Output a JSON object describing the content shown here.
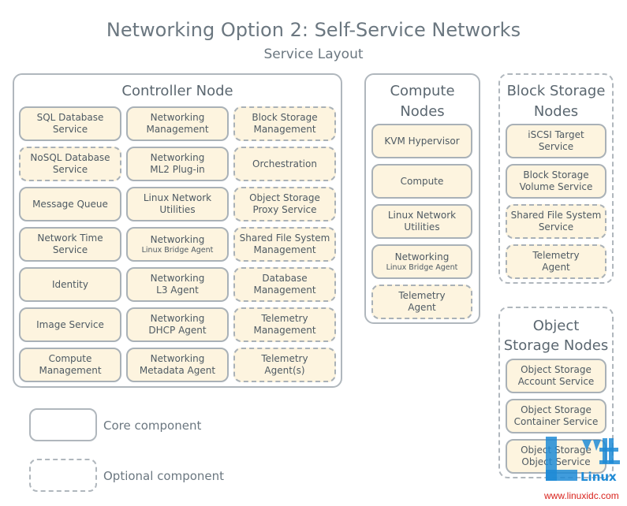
{
  "title": "Networking Option 2: Self-Service Networks",
  "subtitle": "Service Layout",
  "groups": {
    "controller": {
      "title": "Controller Node"
    },
    "compute": {
      "title_line1": "Compute",
      "title_line2": "Nodes"
    },
    "block": {
      "title_line1": "Block Storage",
      "title_line2": "Nodes"
    },
    "object": {
      "title_line1": "Object",
      "title_line2": "Storage Nodes"
    }
  },
  "controller_boxes": [
    {
      "line1": "SQL Database",
      "line2": "Service",
      "optional": false
    },
    {
      "line1": "Networking",
      "line2": "Management",
      "optional": false
    },
    {
      "line1": "Block Storage",
      "line2": "Management",
      "optional": true
    },
    {
      "line1": "NoSQL Database",
      "line2": "Service",
      "optional": true
    },
    {
      "line1": "Networking",
      "line2": "ML2 Plug-in",
      "optional": false
    },
    {
      "line1": "Orchestration",
      "line2": "",
      "optional": true
    },
    {
      "line1": "Message Queue",
      "line2": "",
      "optional": false
    },
    {
      "line1": "Linux Network",
      "line2": "Utilities",
      "optional": false
    },
    {
      "line1": "Object Storage",
      "line2": "Proxy Service",
      "optional": true
    },
    {
      "line1": "Network Time",
      "line2": "Service",
      "optional": false
    },
    {
      "line1": "Networking",
      "line2": "Linux Bridge Agent",
      "optional": false,
      "small": true
    },
    {
      "line1": "Shared File System",
      "line2": "Management",
      "optional": true
    },
    {
      "line1": "Identity",
      "line2": "",
      "optional": false
    },
    {
      "line1": "Networking",
      "line2": "L3 Agent",
      "optional": false
    },
    {
      "line1": "Database",
      "line2": "Management",
      "optional": true
    },
    {
      "line1": "Image Service",
      "line2": "",
      "optional": false
    },
    {
      "line1": "Networking",
      "line2": "DHCP Agent",
      "optional": false
    },
    {
      "line1": "Telemetry",
      "line2": "Management",
      "optional": true
    },
    {
      "line1": "Compute",
      "line2": "Management",
      "optional": false
    },
    {
      "line1": "Networking",
      "line2": "Metadata Agent",
      "optional": false
    },
    {
      "line1": "Telemetry",
      "line2": "Agent(s)",
      "optional": true
    }
  ],
  "compute_boxes": [
    {
      "line1": "KVM Hypervisor",
      "line2": "",
      "optional": false
    },
    {
      "line1": "Compute",
      "line2": "",
      "optional": false
    },
    {
      "line1": "Linux Network",
      "line2": "Utilities",
      "optional": false
    },
    {
      "line1": "Networking",
      "line2": "Linux Bridge Agent",
      "optional": false,
      "small": true
    },
    {
      "line1": "Telemetry",
      "line2": "Agent",
      "optional": true
    }
  ],
  "block_boxes": [
    {
      "line1": "iSCSI Target",
      "line2": "Service",
      "optional": false
    },
    {
      "line1": "Block Storage",
      "line2": "Volume Service",
      "optional": false
    },
    {
      "line1": "Shared File System",
      "line2": "Service",
      "optional": true
    },
    {
      "line1": "Telemetry",
      "line2": "Agent",
      "optional": true
    }
  ],
  "object_boxes": [
    {
      "line1": "Object Storage",
      "line2": "Account Service",
      "optional": false
    },
    {
      "line1": "Object Storage",
      "line2": "Container Service",
      "optional": false
    },
    {
      "line1": "Object Storage",
      "line2": "Object Service",
      "optional": false
    }
  ],
  "legend": {
    "core": "Core component",
    "optional": "Optional component"
  },
  "watermark": {
    "brand": "Linux",
    "url": "www.linuxidc.com",
    "brand_color": "#1f8bd6",
    "url_color": "#d9231d"
  }
}
